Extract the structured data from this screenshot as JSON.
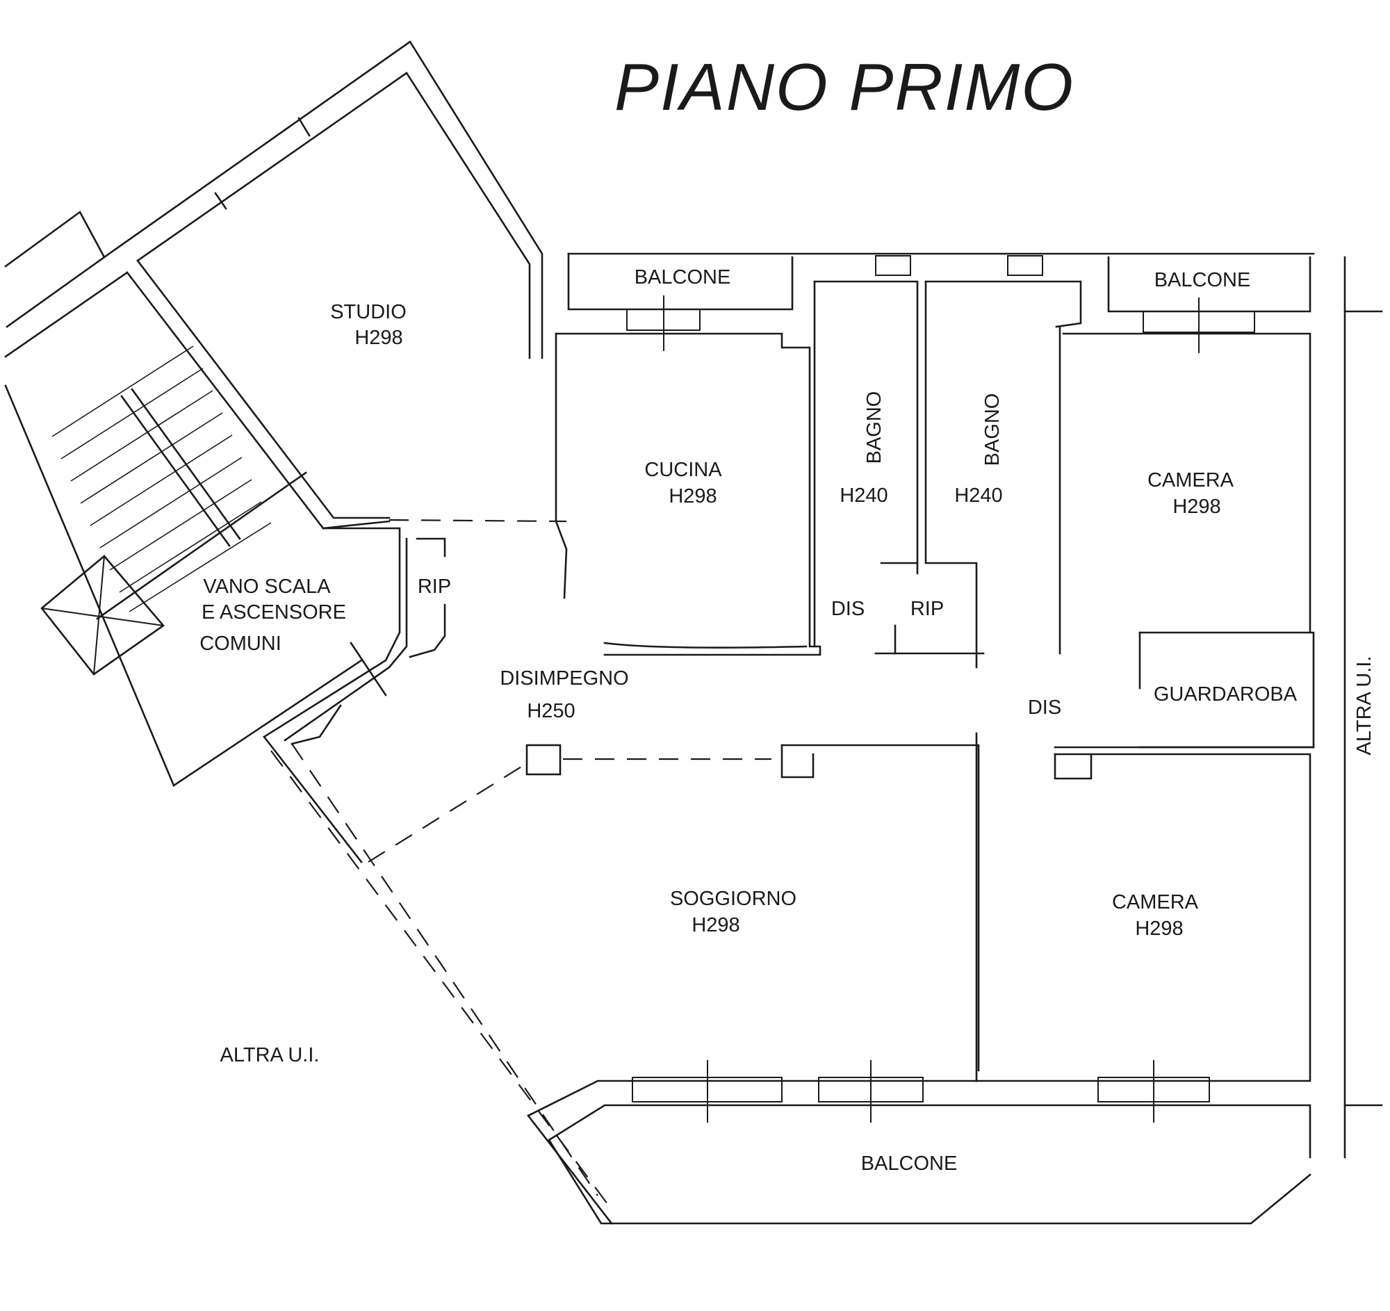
{
  "title": "PIANO PRIMO",
  "rooms": {
    "studio": {
      "name": "STUDIO",
      "height": "H298"
    },
    "cucina": {
      "name": "CUCINA",
      "height": "H298"
    },
    "bagno_1": {
      "name": "BAGNO",
      "height": "H240"
    },
    "bagno_2": {
      "name": "BAGNO",
      "height": "H240"
    },
    "camera_top": {
      "name": "CAMERA",
      "height": "H298"
    },
    "camera_bottom": {
      "name": "CAMERA",
      "height": "H298"
    },
    "soggiorno": {
      "name": "SOGGIORNO",
      "height": "H298"
    },
    "disimpegno": {
      "name": "DISIMPEGNO",
      "height": "H250"
    },
    "vano_scala": {
      "line1": "VANO SCALA",
      "line2": "E ASCENSORE",
      "line3": "COMUNI"
    },
    "rip_left": {
      "name": "RIP"
    },
    "rip_center": {
      "name": "RIP"
    },
    "dis_center": {
      "name": "DIS"
    },
    "dis_right": {
      "name": "DIS"
    },
    "guardaroba": {
      "name": "GUARDAROBA"
    },
    "balcone_kitchen": {
      "name": "BALCONE"
    },
    "balcone_camera": {
      "name": "BALCONE"
    },
    "balcone_bottom": {
      "name": "BALCONE"
    },
    "altra_left": {
      "name": "ALTRA U.I."
    },
    "altra_right": {
      "name": "ALTRA U.I."
    }
  }
}
